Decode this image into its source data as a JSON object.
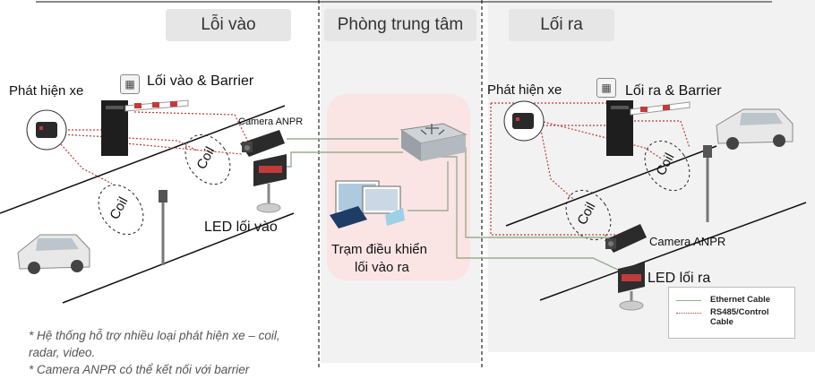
{
  "zones": {
    "entry": "Lỗi vào",
    "center": "Phòng trung tâm",
    "exit": "Lối ra"
  },
  "entry": {
    "vehicle_detect": "Phát hiện xe",
    "barrier_label": "Lối vào & Barrier",
    "camera_label": "Camera ANPR",
    "coil_1": "Coil",
    "coil_2": "Coil",
    "led_label": "LED lối vào"
  },
  "center": {
    "station_line1": "Trạm điều khiển",
    "station_line2": "lối vào ra"
  },
  "exit": {
    "vehicle_detect": "Phát hiện xe",
    "barrier_label": "Lối ra & Barrier",
    "camera_label": "Camera ANPR",
    "coil_1": "Coil",
    "coil_2": "Coil",
    "led_label": "LED lối ra"
  },
  "legend": {
    "ethernet": "Ethernet Cable",
    "rs485_line1": "RS485/Control",
    "rs485_line2": "Cable"
  },
  "notes": {
    "line1": "* Hệ thống hỗ trợ nhiều loại phát hiện xe – coil,",
    "line2": "radar, video.",
    "line3": "* Camera ANPR có thể kết nối với barrier"
  },
  "icons": [
    "barrier-sign-icon",
    "switch-icon",
    "car-icon",
    "camera-icon",
    "led-display-icon",
    "computer-icon"
  ],
  "colors": {
    "ethernet": "#9aae8e",
    "rs485": "#c23b3b",
    "center_bg": "#fbe4e4",
    "zone_bg": "#f2f2f2"
  }
}
